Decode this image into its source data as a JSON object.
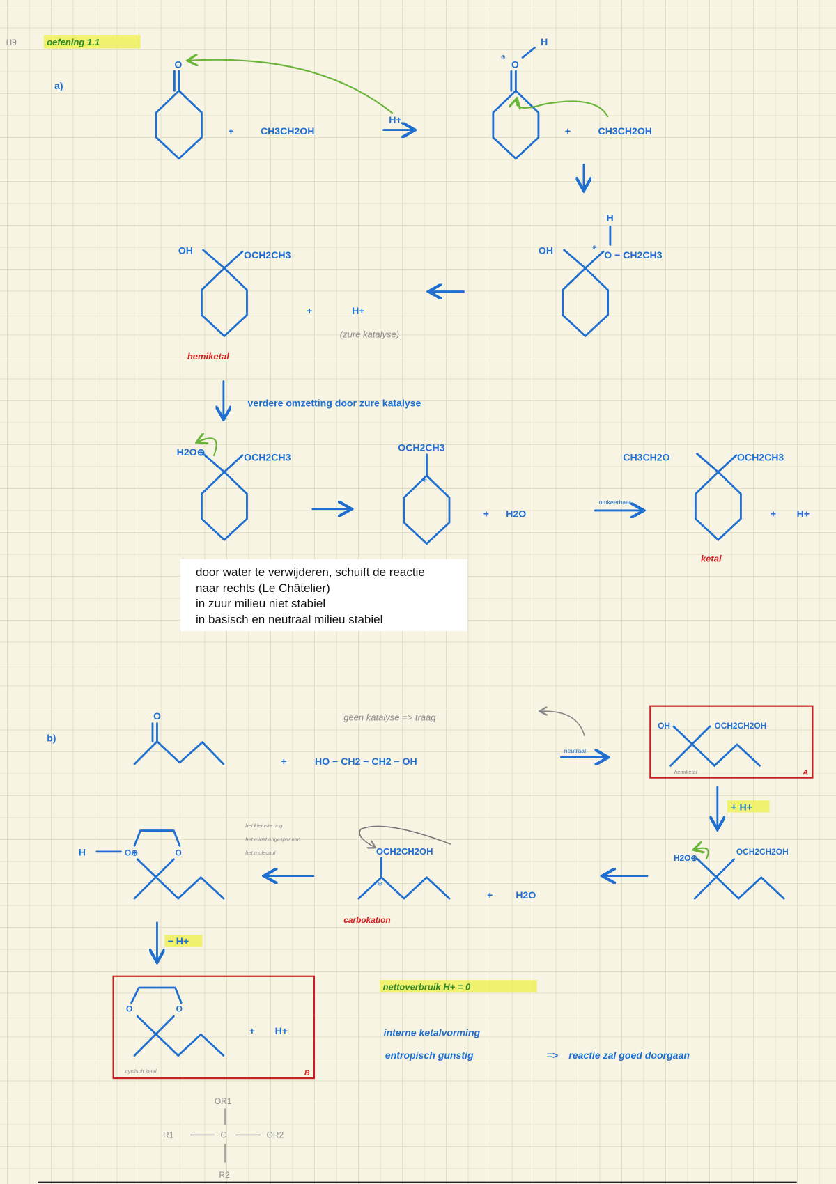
{
  "header": {
    "chapter": "H9",
    "title": "oefening 1.1"
  },
  "part_a": {
    "label": "a)",
    "ethanol": "CH3CH2OH",
    "catalyst": "H+",
    "plus": "+",
    "o_label": "O",
    "h_label": "H",
    "charge_plus": "⊕",
    "oh_label": "OH",
    "och2ch3": "OCH2CH3",
    "protonated_ether": "O − CH2CH3",
    "h_plus": "H+",
    "acid_catalysis_note": "(zure katalyse)",
    "hemiketal_label": "hemiketal",
    "further_reaction": "verdere omzetting door zure katalyse",
    "h2o_plus": "H2O⊕",
    "h2o": "H2O",
    "ch3ch2o": "CH3CH2O",
    "above_arrow": "omkeerbaar",
    "ketal_label": "ketal"
  },
  "note_box": {
    "lines": [
      "door water te verwijderen, schuift de reactie",
      "naar rechts (Le Châtelier)",
      "in zuur milieu niet stabiel",
      "in basisch en neutraal milieu stabiel"
    ]
  },
  "part_b": {
    "label": "b)",
    "glycol": "HO − CH2 − CH2 − OH",
    "no_catalyst_note": "geen katalyse => traag",
    "arrow_label": "neutraal",
    "box_a_label": "hemiketal",
    "box_a_tag": "A",
    "och2ch2oh": "OCH2CH2OH",
    "plus_h": "+ H+",
    "minus_h": "− H+",
    "h2o_plus": "H2O⊕",
    "h2o": "H2O",
    "ring_note": [
      "het kleinste ring",
      "het minst ongespannen",
      "het molecuul"
    ],
    "carbocation_label": "carbokation",
    "h_label": "H",
    "o_plus": "O⊕",
    "box_b_label": "cyclisch ketal",
    "box_b_tag": "B",
    "net_consumption": "nettoverbruik H+ = 0",
    "internal": "interne ketalvorming",
    "entropy": "entropisch gunstig",
    "implies": "=>",
    "conclusion": "reactie zal goed doorgaan"
  },
  "general_formula": {
    "top": "OR1",
    "left": "R1",
    "center": "C",
    "right": "OR2",
    "bottom": "R2"
  },
  "colors": {
    "ink": "#1f6fd0",
    "arrow_green": "#6ab43a",
    "red": "#d42020",
    "box_red": "#c82020",
    "highlight": "#eef05a",
    "paper": "#f7f4e4"
  }
}
